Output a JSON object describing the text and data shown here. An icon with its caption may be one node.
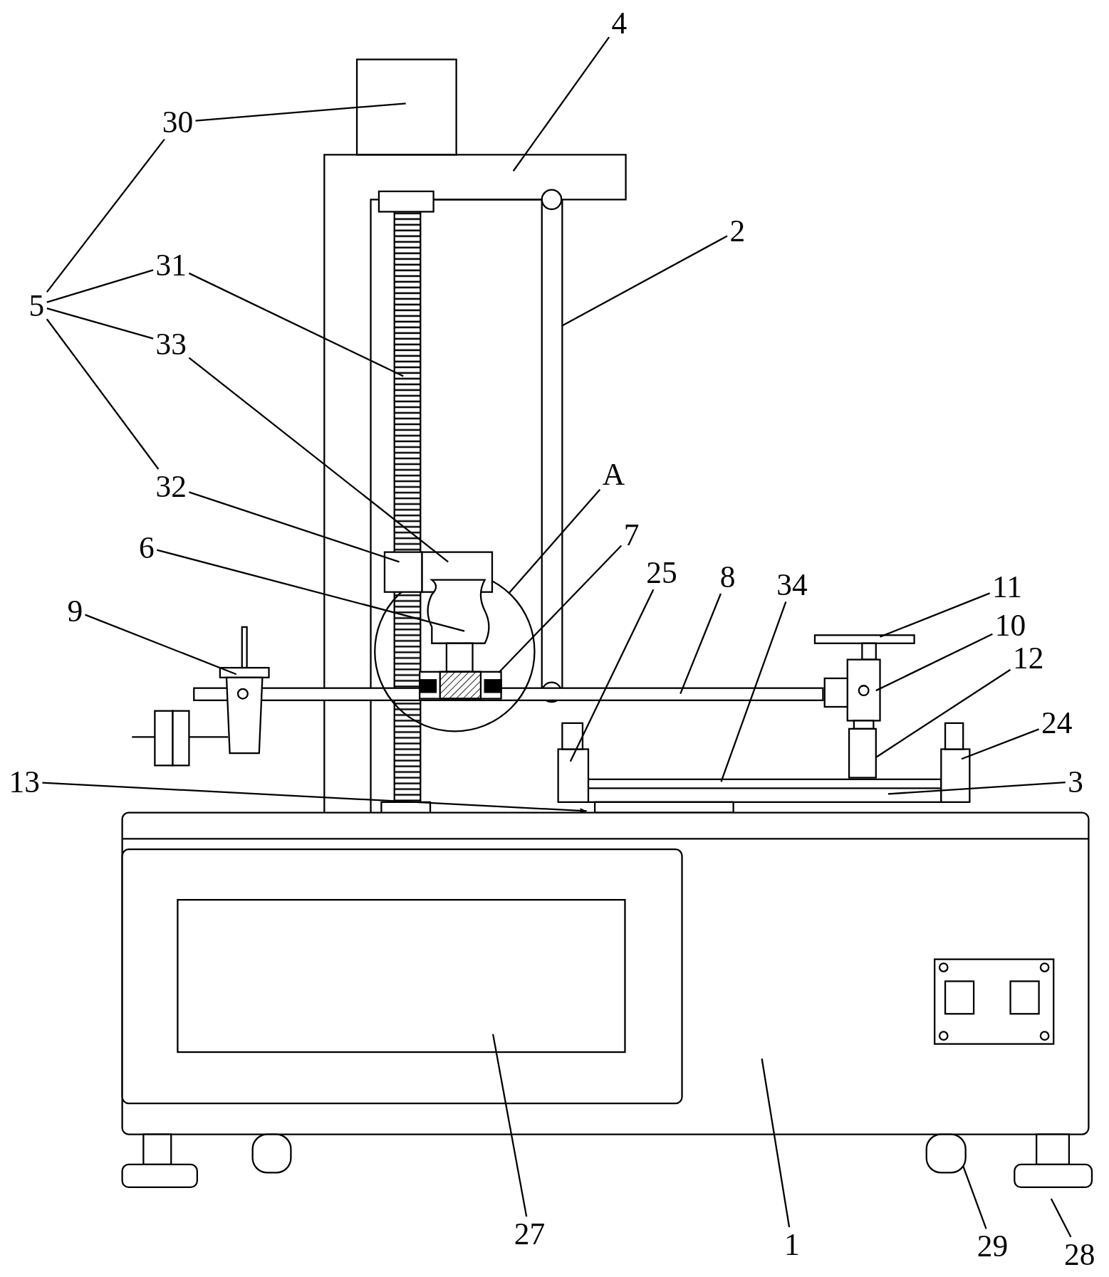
{
  "diagram": {
    "nodes": [
      {
        "text": [
          "30"
        ]
      },
      {
        "text": [
          "4"
        ]
      },
      {
        "text": [
          "2"
        ]
      },
      {
        "text": [
          "5"
        ]
      },
      {
        "text": [
          "31"
        ]
      },
      {
        "text": [
          "33"
        ]
      },
      {
        "text": [
          "32"
        ]
      },
      {
        "text": [
          "A"
        ]
      },
      {
        "text": [
          "6"
        ]
      },
      {
        "text": [
          "7"
        ]
      },
      {
        "text": [
          "25"
        ]
      },
      {
        "text": [
          "8"
        ]
      },
      {
        "text": [
          "34"
        ]
      },
      {
        "text": [
          "11"
        ]
      },
      {
        "text": [
          "10"
        ]
      },
      {
        "text": [
          "12"
        ]
      },
      {
        "text": [
          "9"
        ]
      },
      {
        "text": [
          "24"
        ]
      },
      {
        "text": [
          "13"
        ]
      },
      {
        "text": [
          "3"
        ]
      },
      {
        "text": [
          "27"
        ]
      },
      {
        "text": [
          "1"
        ]
      },
      {
        "text": [
          "29"
        ]
      },
      {
        "text": [
          "28"
        ]
      }
    ],
    "edges": [
      {
        "from": 0,
        "to": null,
        "arrow": "none"
      },
      {
        "from": 1,
        "to": null,
        "arrow": "none"
      },
      {
        "from": 2,
        "to": null,
        "arrow": "none"
      },
      {
        "from": 3,
        "to": 0,
        "arrow": "none"
      },
      {
        "from": 3,
        "to": 4,
        "arrow": "none"
      },
      {
        "from": 3,
        "to": 5,
        "arrow": "none"
      },
      {
        "from": 3,
        "to": 6,
        "arrow": "none"
      },
      {
        "from": 4,
        "to": null,
        "arrow": "none"
      },
      {
        "from": 5,
        "to": null,
        "arrow": "none"
      },
      {
        "from": 6,
        "to": null,
        "arrow": "none"
      },
      {
        "from": 7,
        "to": null,
        "arrow": "none"
      },
      {
        "from": 8,
        "to": null,
        "arrow": "none"
      },
      {
        "from": 9,
        "to": null,
        "arrow": "none"
      },
      {
        "from": 10,
        "to": null,
        "arrow": "none"
      },
      {
        "from": 11,
        "to": null,
        "arrow": "none"
      },
      {
        "from": 12,
        "to": null,
        "arrow": "none"
      },
      {
        "from": 13,
        "to": null,
        "arrow": "none"
      },
      {
        "from": 14,
        "to": null,
        "arrow": "none"
      },
      {
        "from": 15,
        "to": null,
        "arrow": "none"
      },
      {
        "from": 16,
        "to": null,
        "arrow": "none"
      },
      {
        "from": 17,
        "to": null,
        "arrow": "none"
      },
      {
        "from": 18,
        "to": null,
        "arrow": "to"
      },
      {
        "from": 19,
        "to": null,
        "arrow": "none"
      },
      {
        "from": 20,
        "to": null,
        "arrow": "none"
      },
      {
        "from": 21,
        "to": null,
        "arrow": "none"
      },
      {
        "from": 22,
        "to": null,
        "arrow": "none"
      },
      {
        "from": 23,
        "to": null,
        "arrow": "none"
      }
    ]
  }
}
